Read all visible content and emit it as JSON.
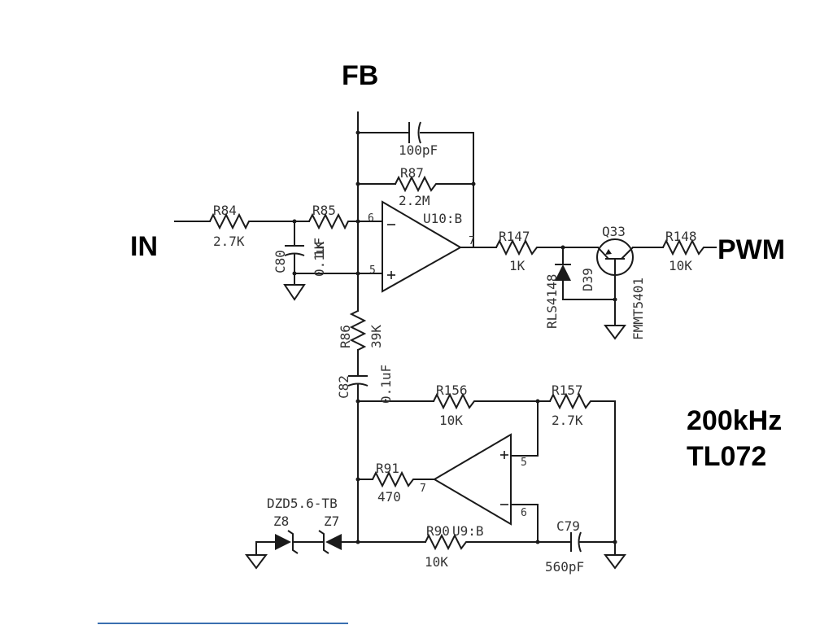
{
  "labels": {
    "fb": "FB",
    "in": "IN",
    "pwm": "PWM",
    "freq": "200kHz",
    "opamp_part": "TL072"
  },
  "components": {
    "r84": {
      "ref": "R84",
      "value": "2.7K"
    },
    "r85": {
      "ref": "R85",
      "value": "1K"
    },
    "c80": {
      "ref": "C80",
      "value": "0.1uF"
    },
    "c100": {
      "value": "100pF"
    },
    "r87": {
      "ref": "R87",
      "value": "2.2M"
    },
    "u10b": {
      "ref": "U10:B",
      "pin_inv": "6",
      "pin_noninv": "5",
      "pin_out": "7"
    },
    "r147": {
      "ref": "R147",
      "value": "1K"
    },
    "d39": {
      "ref": "D39",
      "part": "RLS4148"
    },
    "q33": {
      "ref": "Q33",
      "part": "FMMT5401"
    },
    "r148": {
      "ref": "R148",
      "value": "10K"
    },
    "r86": {
      "ref": "R86",
      "value": "39K"
    },
    "c82": {
      "ref": "C82",
      "value": "0.1uF"
    },
    "r156": {
      "ref": "R156",
      "value": "10K"
    },
    "r157": {
      "ref": "R157",
      "value": "2.7K"
    },
    "r91": {
      "ref": "R91",
      "value": "470"
    },
    "u9b": {
      "ref": "U9:B",
      "pin_noninv": "5",
      "pin_inv": "6",
      "pin_out": "7"
    },
    "r90": {
      "ref": "R90",
      "value": "10K"
    },
    "c79": {
      "ref": "C79",
      "value": "560pF"
    },
    "zener": {
      "part": "DZD5.6-TB",
      "z8": "Z8",
      "z7": "Z7"
    }
  },
  "colors": {
    "wire": "#1a1a1a",
    "label": "#333333",
    "text": "#000000",
    "footer_line": "#3a6fb0"
  }
}
